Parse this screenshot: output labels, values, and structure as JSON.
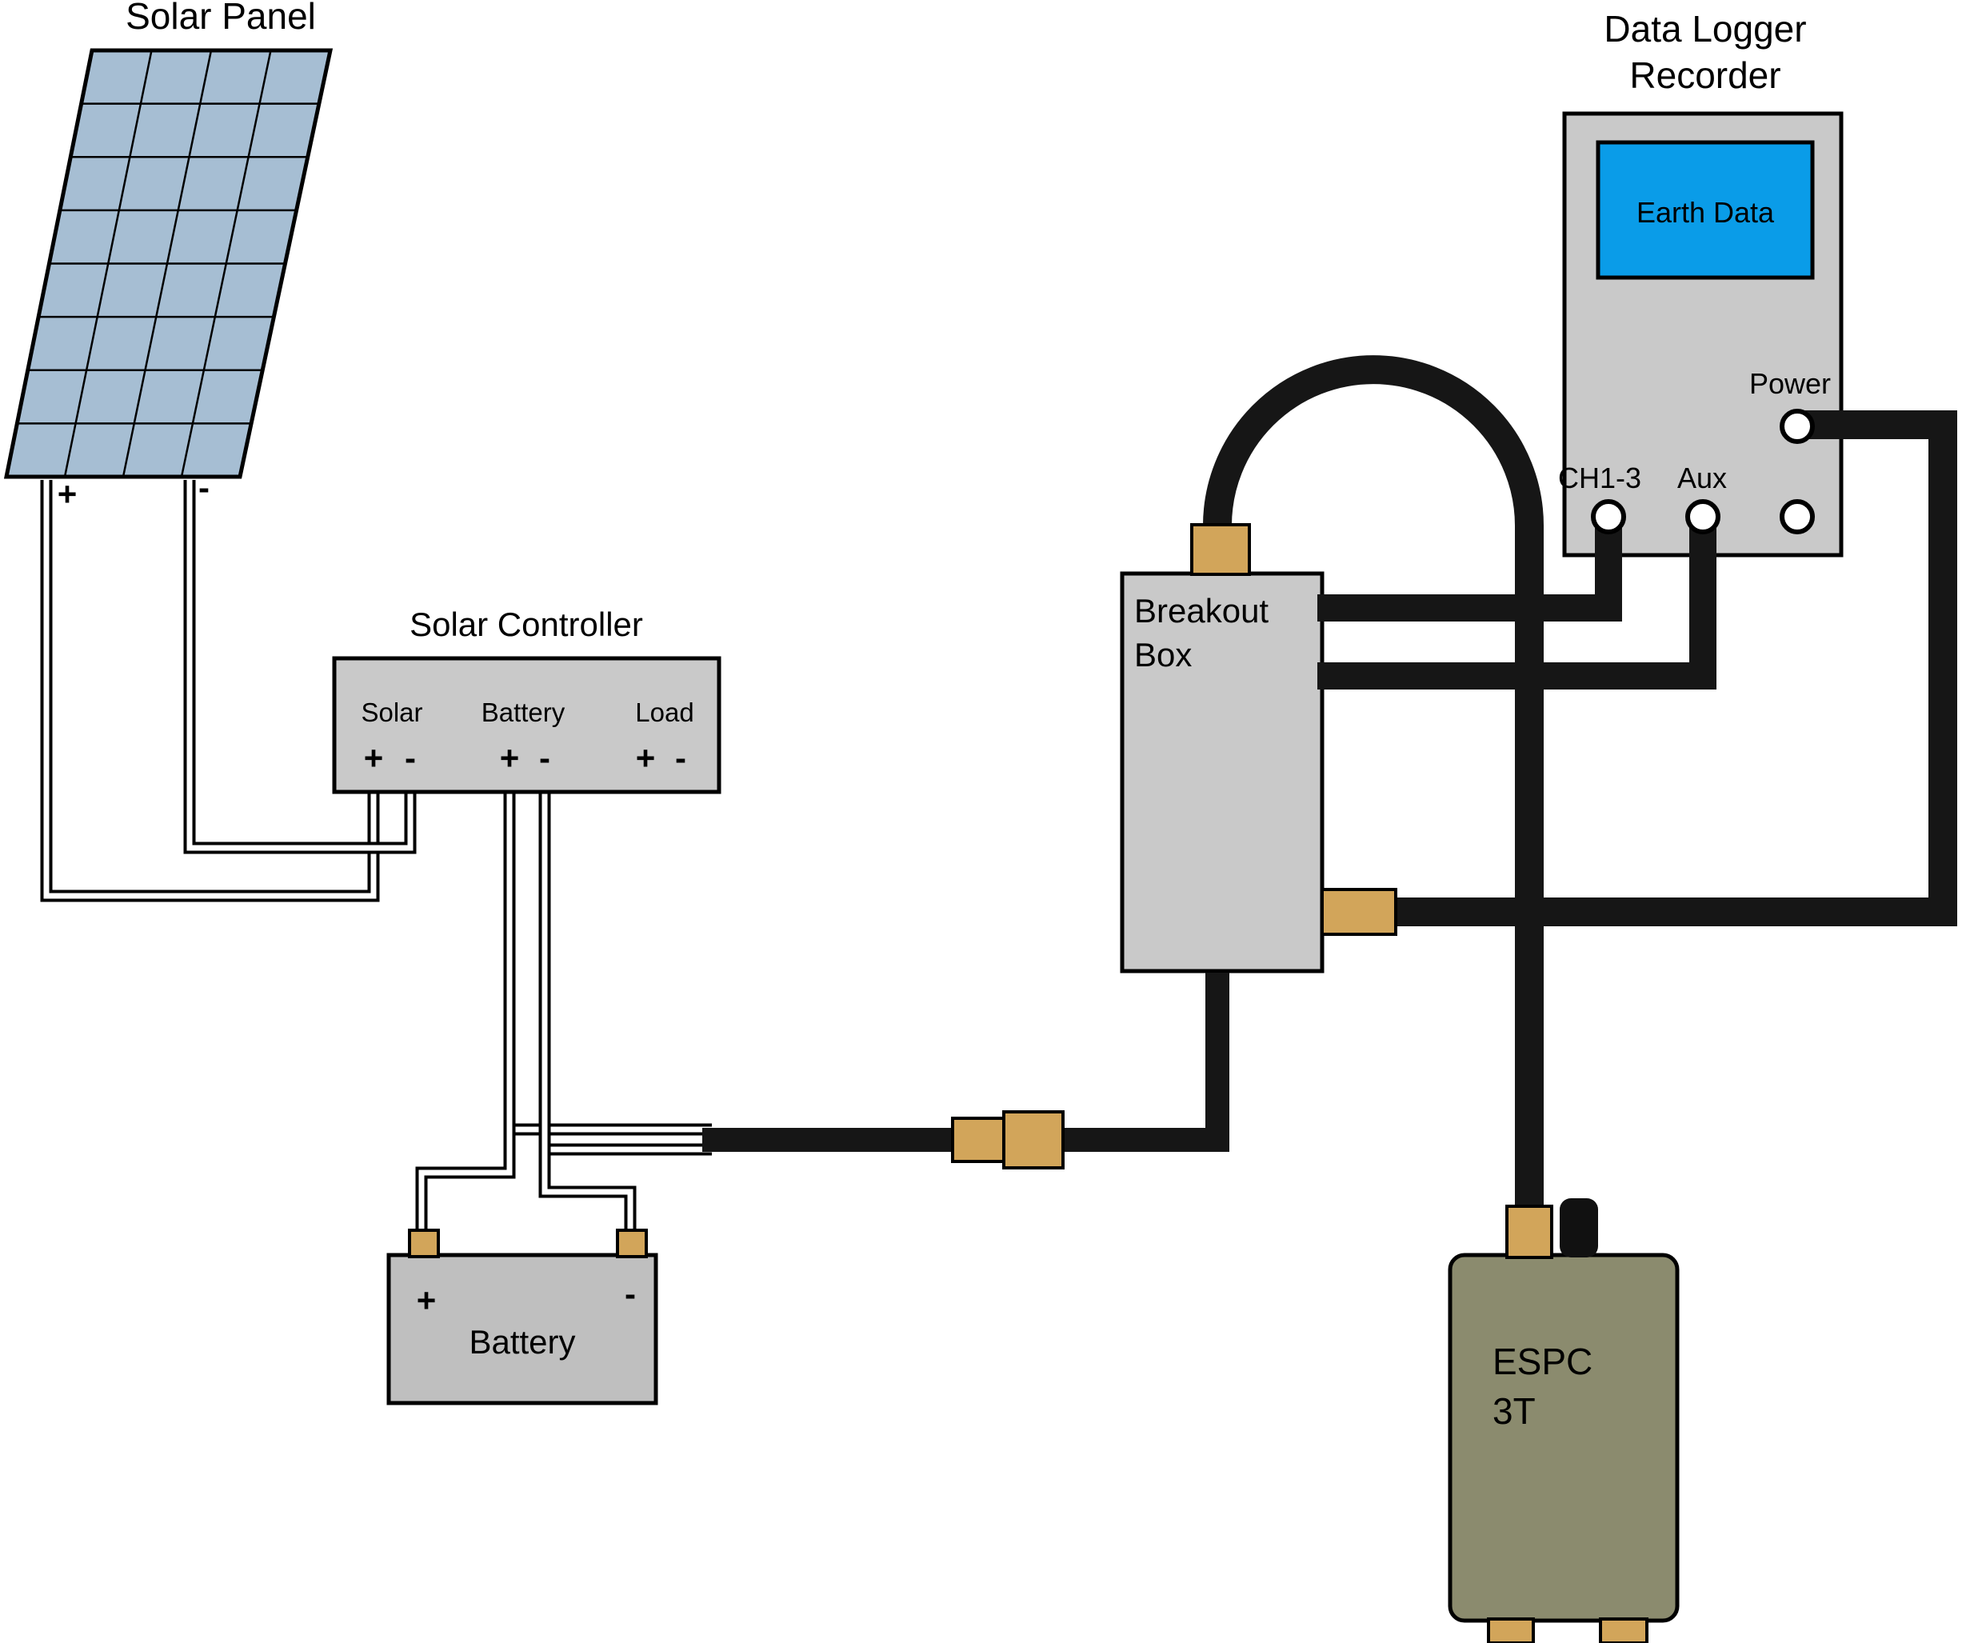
{
  "diagram": {
    "solar_panel": {
      "label": "Solar Panel",
      "plus": "+",
      "minus": "-"
    },
    "solar_controller": {
      "title": "Solar Controller",
      "terminals": [
        {
          "name": "Solar",
          "plus": "+",
          "minus": "-"
        },
        {
          "name": "Battery",
          "plus": "+",
          "minus": "-"
        },
        {
          "name": "Load",
          "plus": "+",
          "minus": "-"
        }
      ]
    },
    "battery": {
      "label": "Battery",
      "plus": "+",
      "minus": "-"
    },
    "breakout_box": {
      "line1": "Breakout",
      "line2": "Box"
    },
    "data_logger": {
      "title_line1": "Data Logger",
      "title_line2": "Recorder",
      "screen_text": "Earth Data",
      "power_label": "Power",
      "ch_label": "CH1-3",
      "aux_label": "Aux"
    },
    "espc": {
      "line1": "ESPC",
      "line2": "3T"
    },
    "colors": {
      "panel_blue": "#a6bed3",
      "box_gray": "#c9c9c9",
      "battery_gray": "#bfbfbf",
      "screen_blue": "#0a9ce8",
      "connector_tan": "#d2a55a",
      "espc_olive": "#8b8b6e",
      "cable_black": "#161616"
    }
  }
}
